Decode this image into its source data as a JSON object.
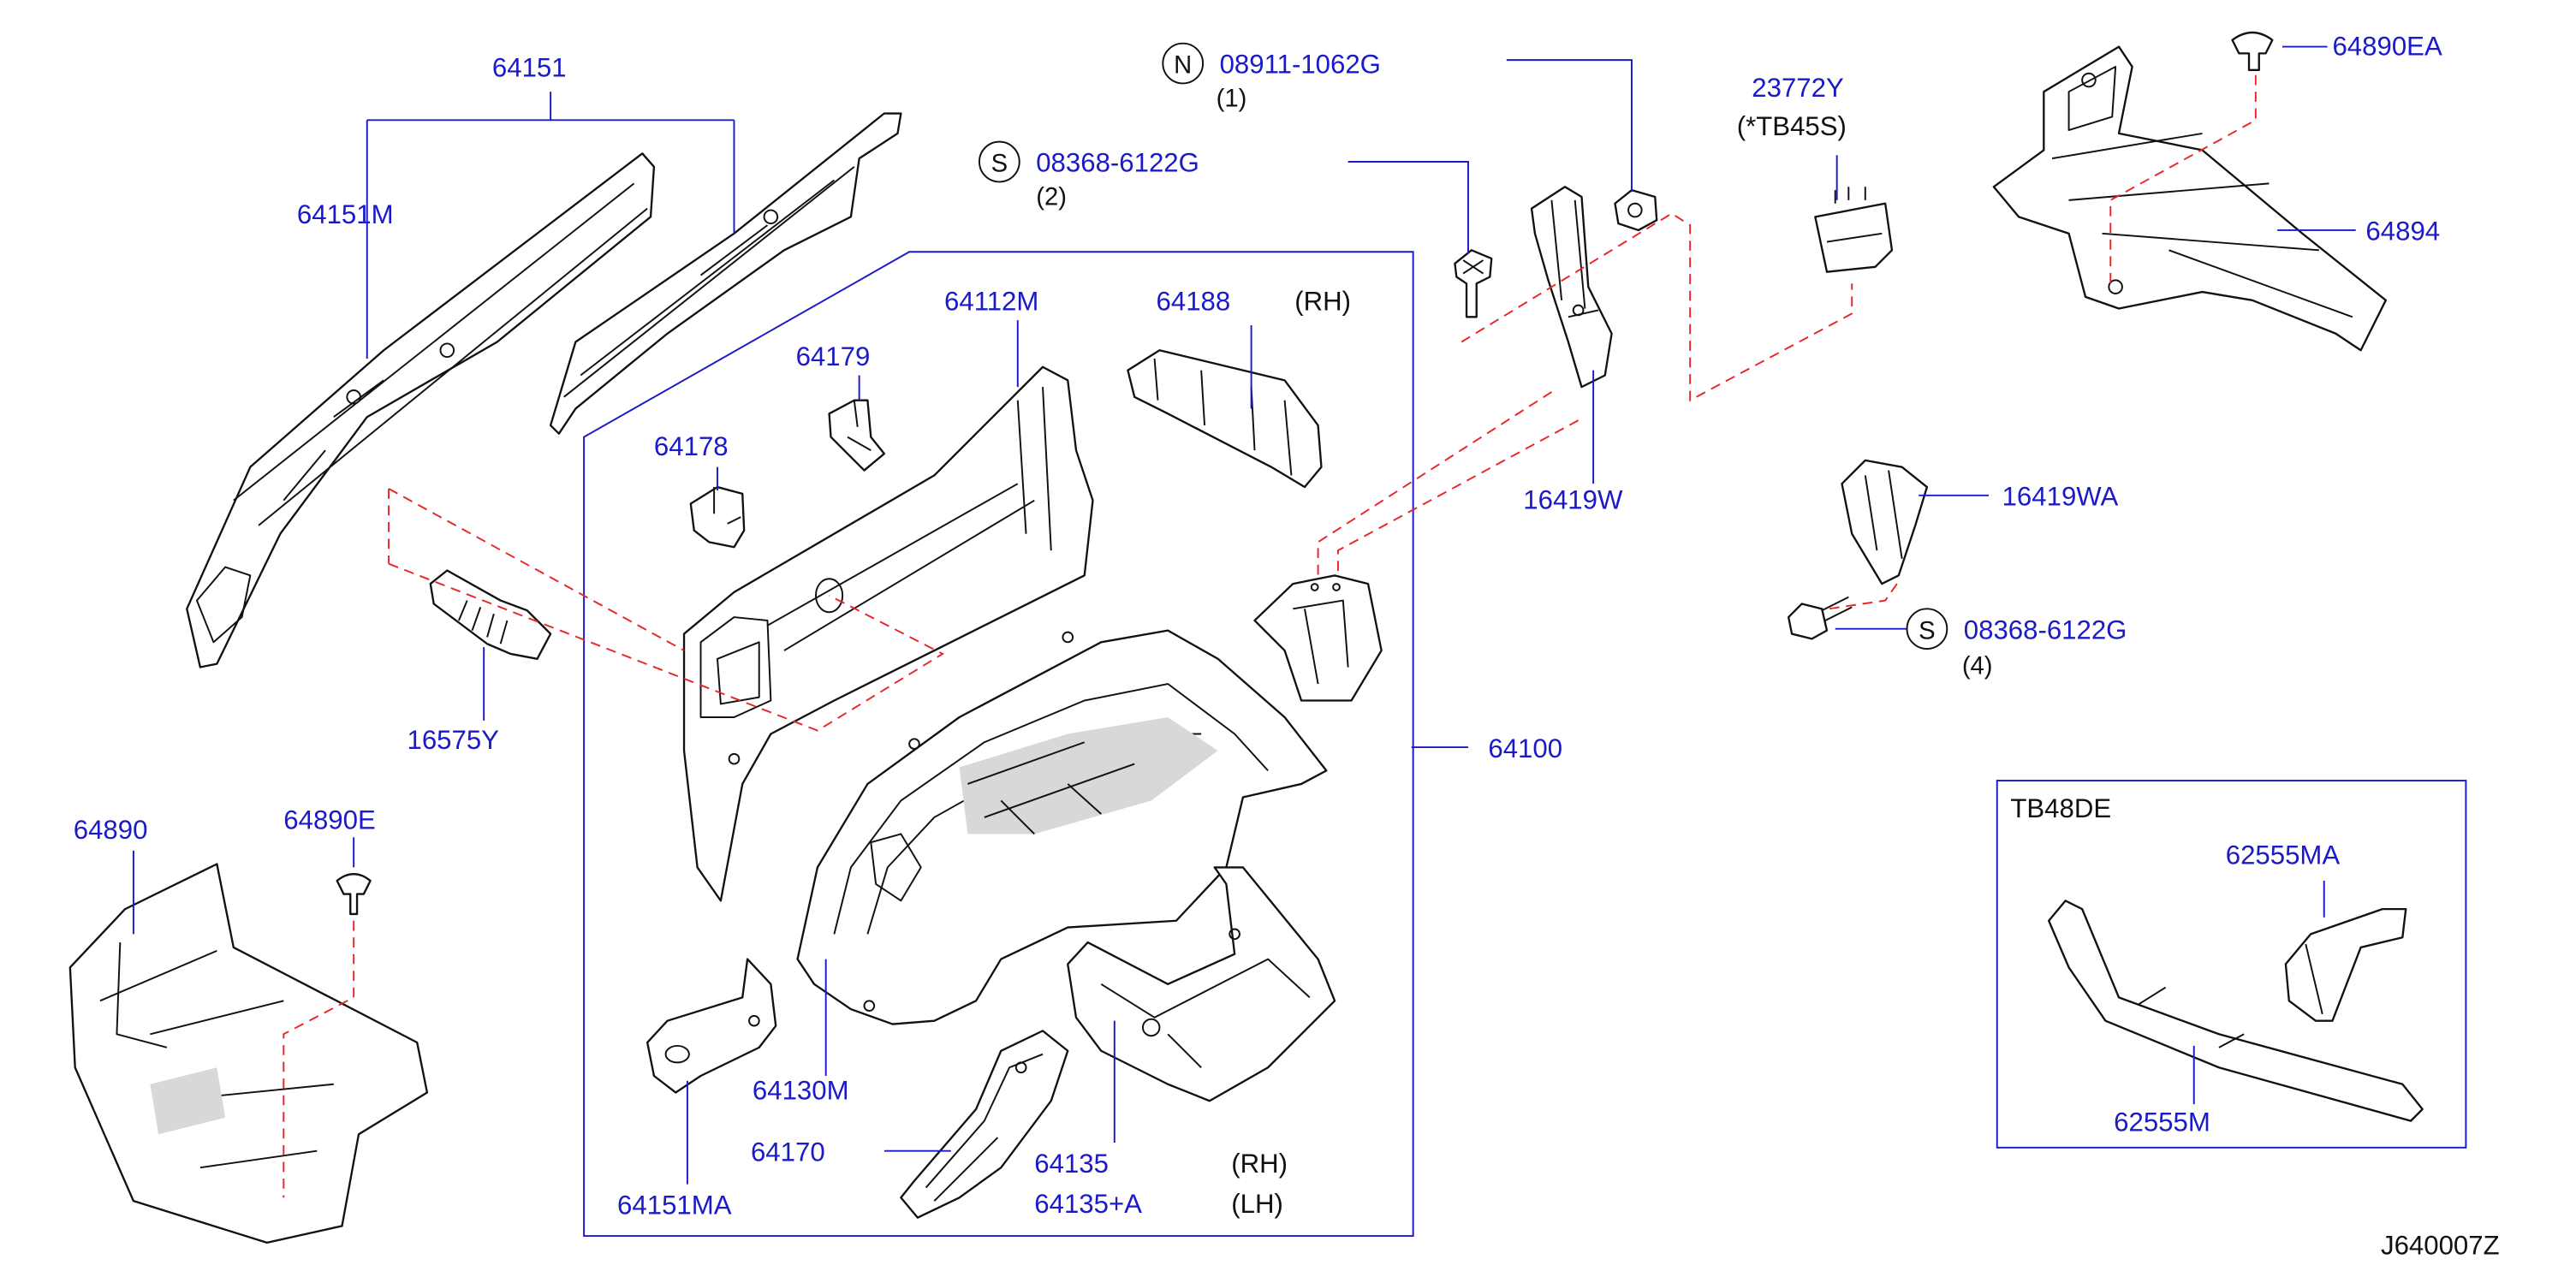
{
  "diagram_id": "J640007Z",
  "colors": {
    "part_number": "#1a1ac8",
    "leader_line": "#1a1ac8",
    "dashed_guide": "#e8262a",
    "outline": "#111111"
  },
  "groups": {
    "main_box_number": "64100",
    "tb48de_box_label": "TB48DE"
  },
  "labels": {
    "p64151": "64151",
    "p64151M": "64151M",
    "p16575Y": "16575Y",
    "p64890": "64890",
    "p64890E": "64890E",
    "p64178": "64178",
    "p64179": "64179",
    "p64112M": "64112M",
    "p64188": "64188",
    "rh_64188": "(RH)",
    "p64100": "64100",
    "p64130M": "64130M",
    "p64151MA": "64151MA",
    "p64170": "64170",
    "p64135": "64135",
    "p64135A": "64135+A",
    "rh_64135": "(RH)",
    "lh_64135": "(LH)",
    "p08911": "08911-1062G",
    "qty1": "(1)",
    "p08368a": "08368-6122G",
    "qty2": "(2)",
    "p23772Y": "23772Y",
    "tb45s": "(*TB45S)",
    "p16419W": "16419W",
    "p16419WA": "16419WA",
    "p08368b": "08368-6122G",
    "qty4": "(4)",
    "p64890EA": "64890EA",
    "p64894": "64894",
    "p62555MA": "62555MA",
    "p62555M": "62555M"
  },
  "symbols": {
    "nut": "N",
    "screw": "S"
  },
  "icons": [
    "nut-symbol-icon",
    "screw-symbol-icon",
    "clip-icon",
    "bolt-icon",
    "nut-icon"
  ]
}
